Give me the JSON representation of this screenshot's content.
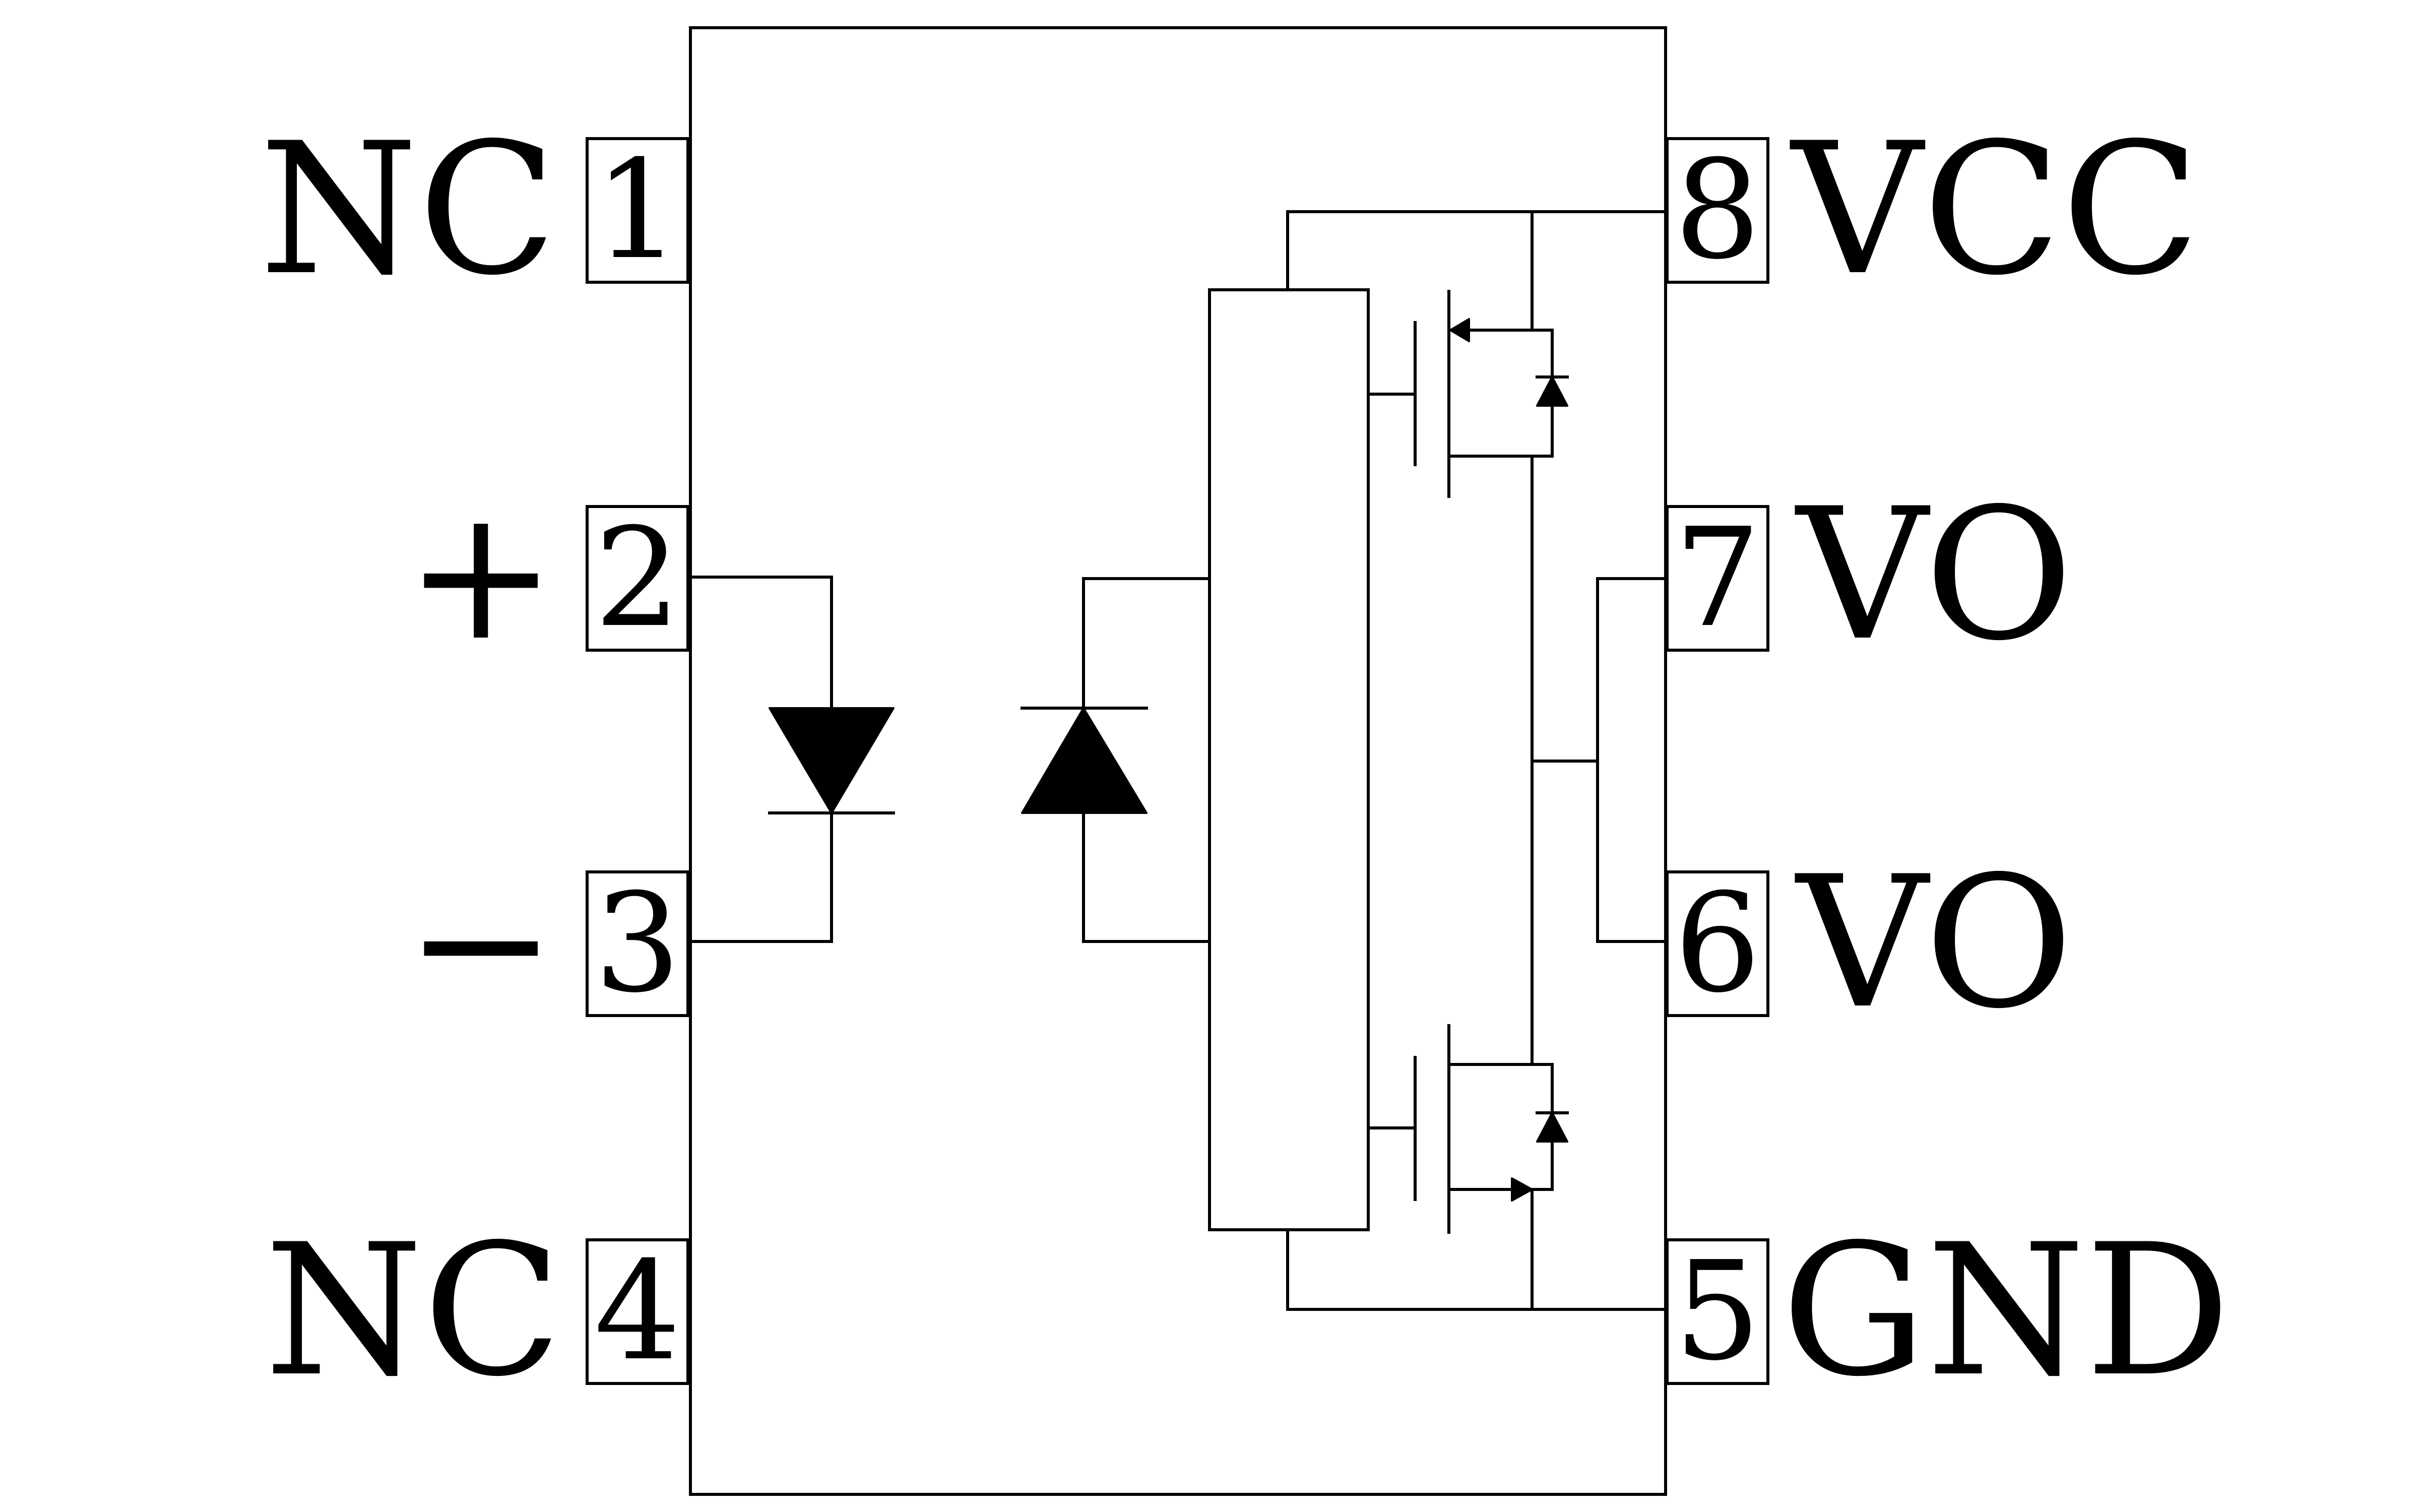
{
  "pins": {
    "p1": {
      "number": "1",
      "name": "NC"
    },
    "p2": {
      "number": "2",
      "name": "+"
    },
    "p3": {
      "number": "3",
      "name": "−"
    },
    "p4": {
      "number": "4",
      "name": "NC"
    },
    "p5": {
      "number": "5",
      "name": "GND"
    },
    "p6": {
      "number": "6",
      "name": "VO"
    },
    "p7": {
      "number": "7",
      "name": "VO"
    },
    "p8": {
      "number": "8",
      "name": "VCC"
    }
  }
}
